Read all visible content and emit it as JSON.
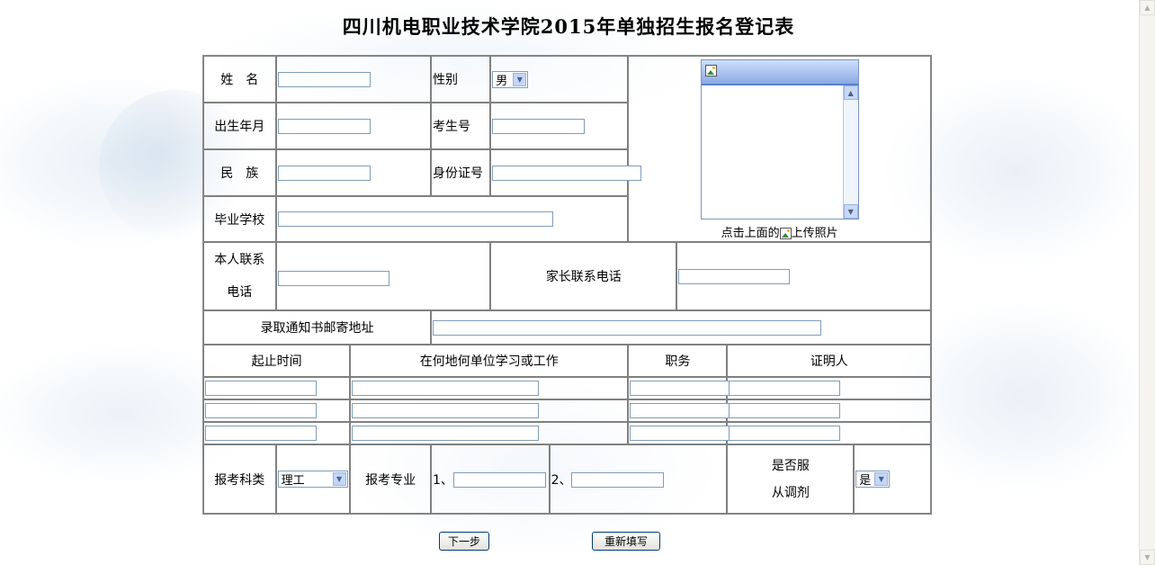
{
  "title": "四川机电职业技术学院2015年单独招生报名登记表",
  "labels": {
    "name": "姓　名",
    "gender": "性别",
    "birth": "出生年月",
    "exam_no": "考生号",
    "ethnicity": "民　族",
    "id_no": "身份证号",
    "school": "毕业学校",
    "phone_line1": "本人联系",
    "phone_line2": "电话",
    "parent_phone": "家长联系电话",
    "address": "录取通知书邮寄地址",
    "period": "起止时间",
    "org": "在何地何单位学习或工作",
    "duty": "职务",
    "witness": "证明人",
    "category": "报考科类",
    "major": "报考专业",
    "major1": "1、",
    "major2": "2、",
    "adjust_line1": "是否服",
    "adjust_line2": "从调剂"
  },
  "selects": {
    "gender": "男",
    "category": "理工",
    "adjust": "是"
  },
  "photo": {
    "caption_pre": "点击上面的",
    "caption_post": "上传照片"
  },
  "buttons": {
    "next": "下一步",
    "reset": "重新填写"
  }
}
